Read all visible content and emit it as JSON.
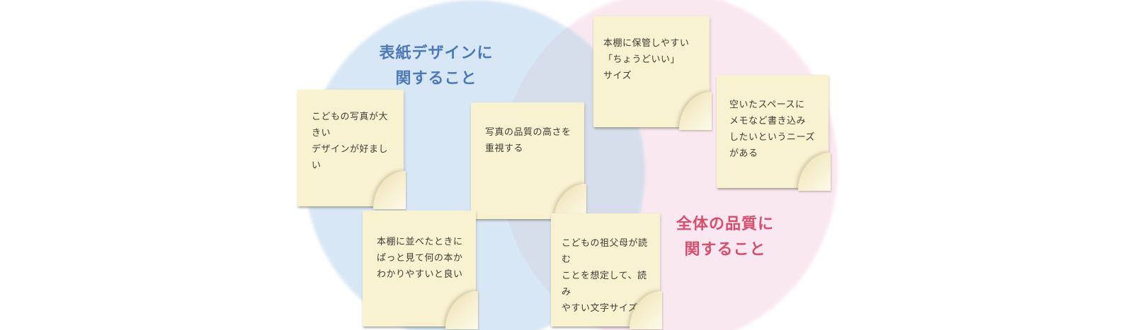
{
  "diagram": {
    "type": "venn",
    "colors": {
      "left_fill": "#d8e7f5",
      "right_fill": "#fae8f0",
      "overlap_fill": "#d5deea",
      "note_bg": "#f9f2d1",
      "note_text": "#3f3c36",
      "left_title_color": "#4d79b8",
      "right_title_color": "#d94e6e"
    },
    "left_circle": {
      "title_line1": "表紙デザインに",
      "title_line2": "関すること"
    },
    "right_circle": {
      "title_line1": "全体の品質に",
      "title_line2": "関すること"
    },
    "notes": [
      {
        "lines": [
          "こどもの写真が大きい",
          "デザインが好ましい"
        ]
      },
      {
        "lines": [
          "写真の品質の高さを",
          "重視する"
        ]
      },
      {
        "lines": [
          "本棚に保管しやすい",
          "「ちょうどいい」",
          "サイズ"
        ]
      },
      {
        "lines": [
          "空いたスペースに",
          "メモなど書き込み",
          "したいというニーズ",
          "がある"
        ]
      },
      {
        "lines": [
          "本棚に並べたときに",
          "ぱっと見て何の本か",
          "わかりやすいと良い"
        ]
      },
      {
        "lines": [
          "こどもの祖父母が読む",
          "ことを想定して、読み",
          "やすい文字サイズ"
        ]
      }
    ]
  }
}
